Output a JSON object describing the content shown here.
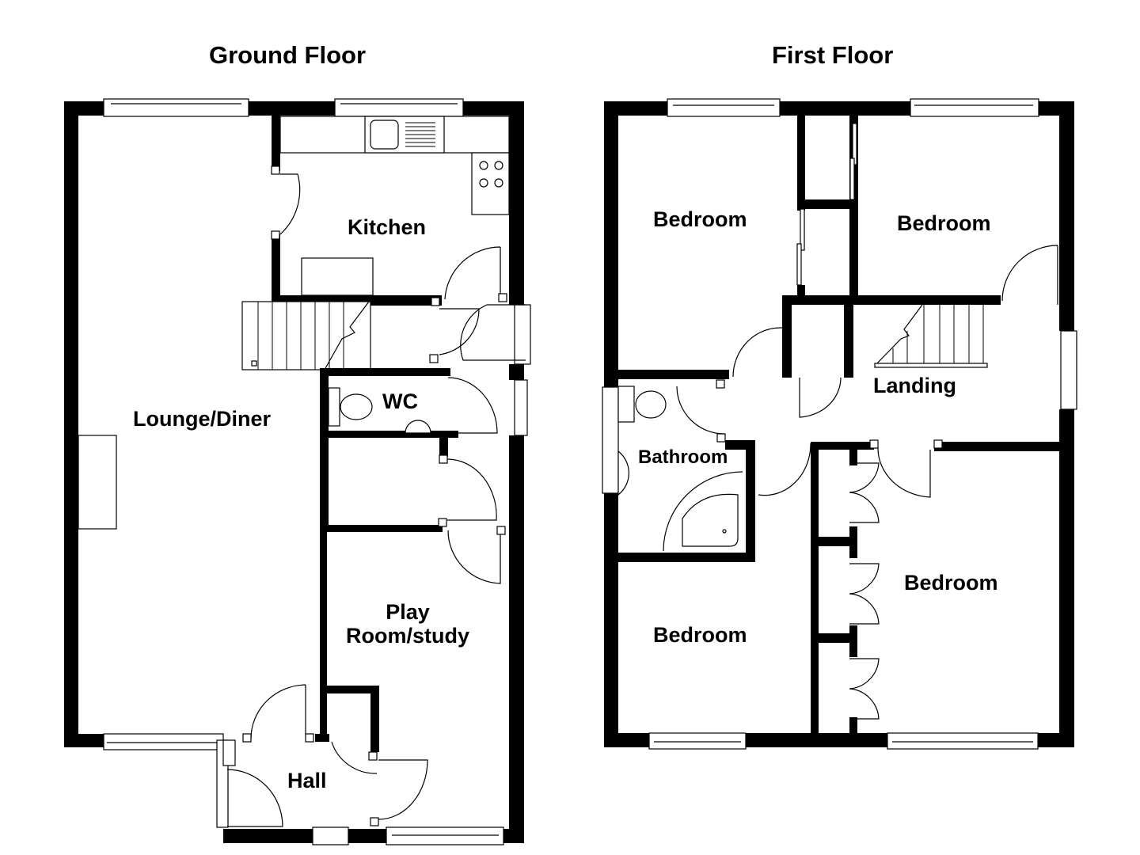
{
  "floors": [
    {
      "title": "Ground Floor",
      "rooms": [
        {
          "name": "Lounge/Diner"
        },
        {
          "name": "Kitchen"
        },
        {
          "name": "WC"
        },
        {
          "name": "Play",
          "name2": "Room/study"
        },
        {
          "name": "Hall"
        }
      ]
    },
    {
      "title": "First Floor",
      "rooms": [
        {
          "name": "Bedroom"
        },
        {
          "name": "Bedroom"
        },
        {
          "name": "Landing"
        },
        {
          "name": "Bathroom"
        },
        {
          "name": "Bedroom"
        },
        {
          "name": "Bedroom"
        }
      ]
    }
  ],
  "colors": {
    "wall": "#000000",
    "background": "#ffffff"
  }
}
